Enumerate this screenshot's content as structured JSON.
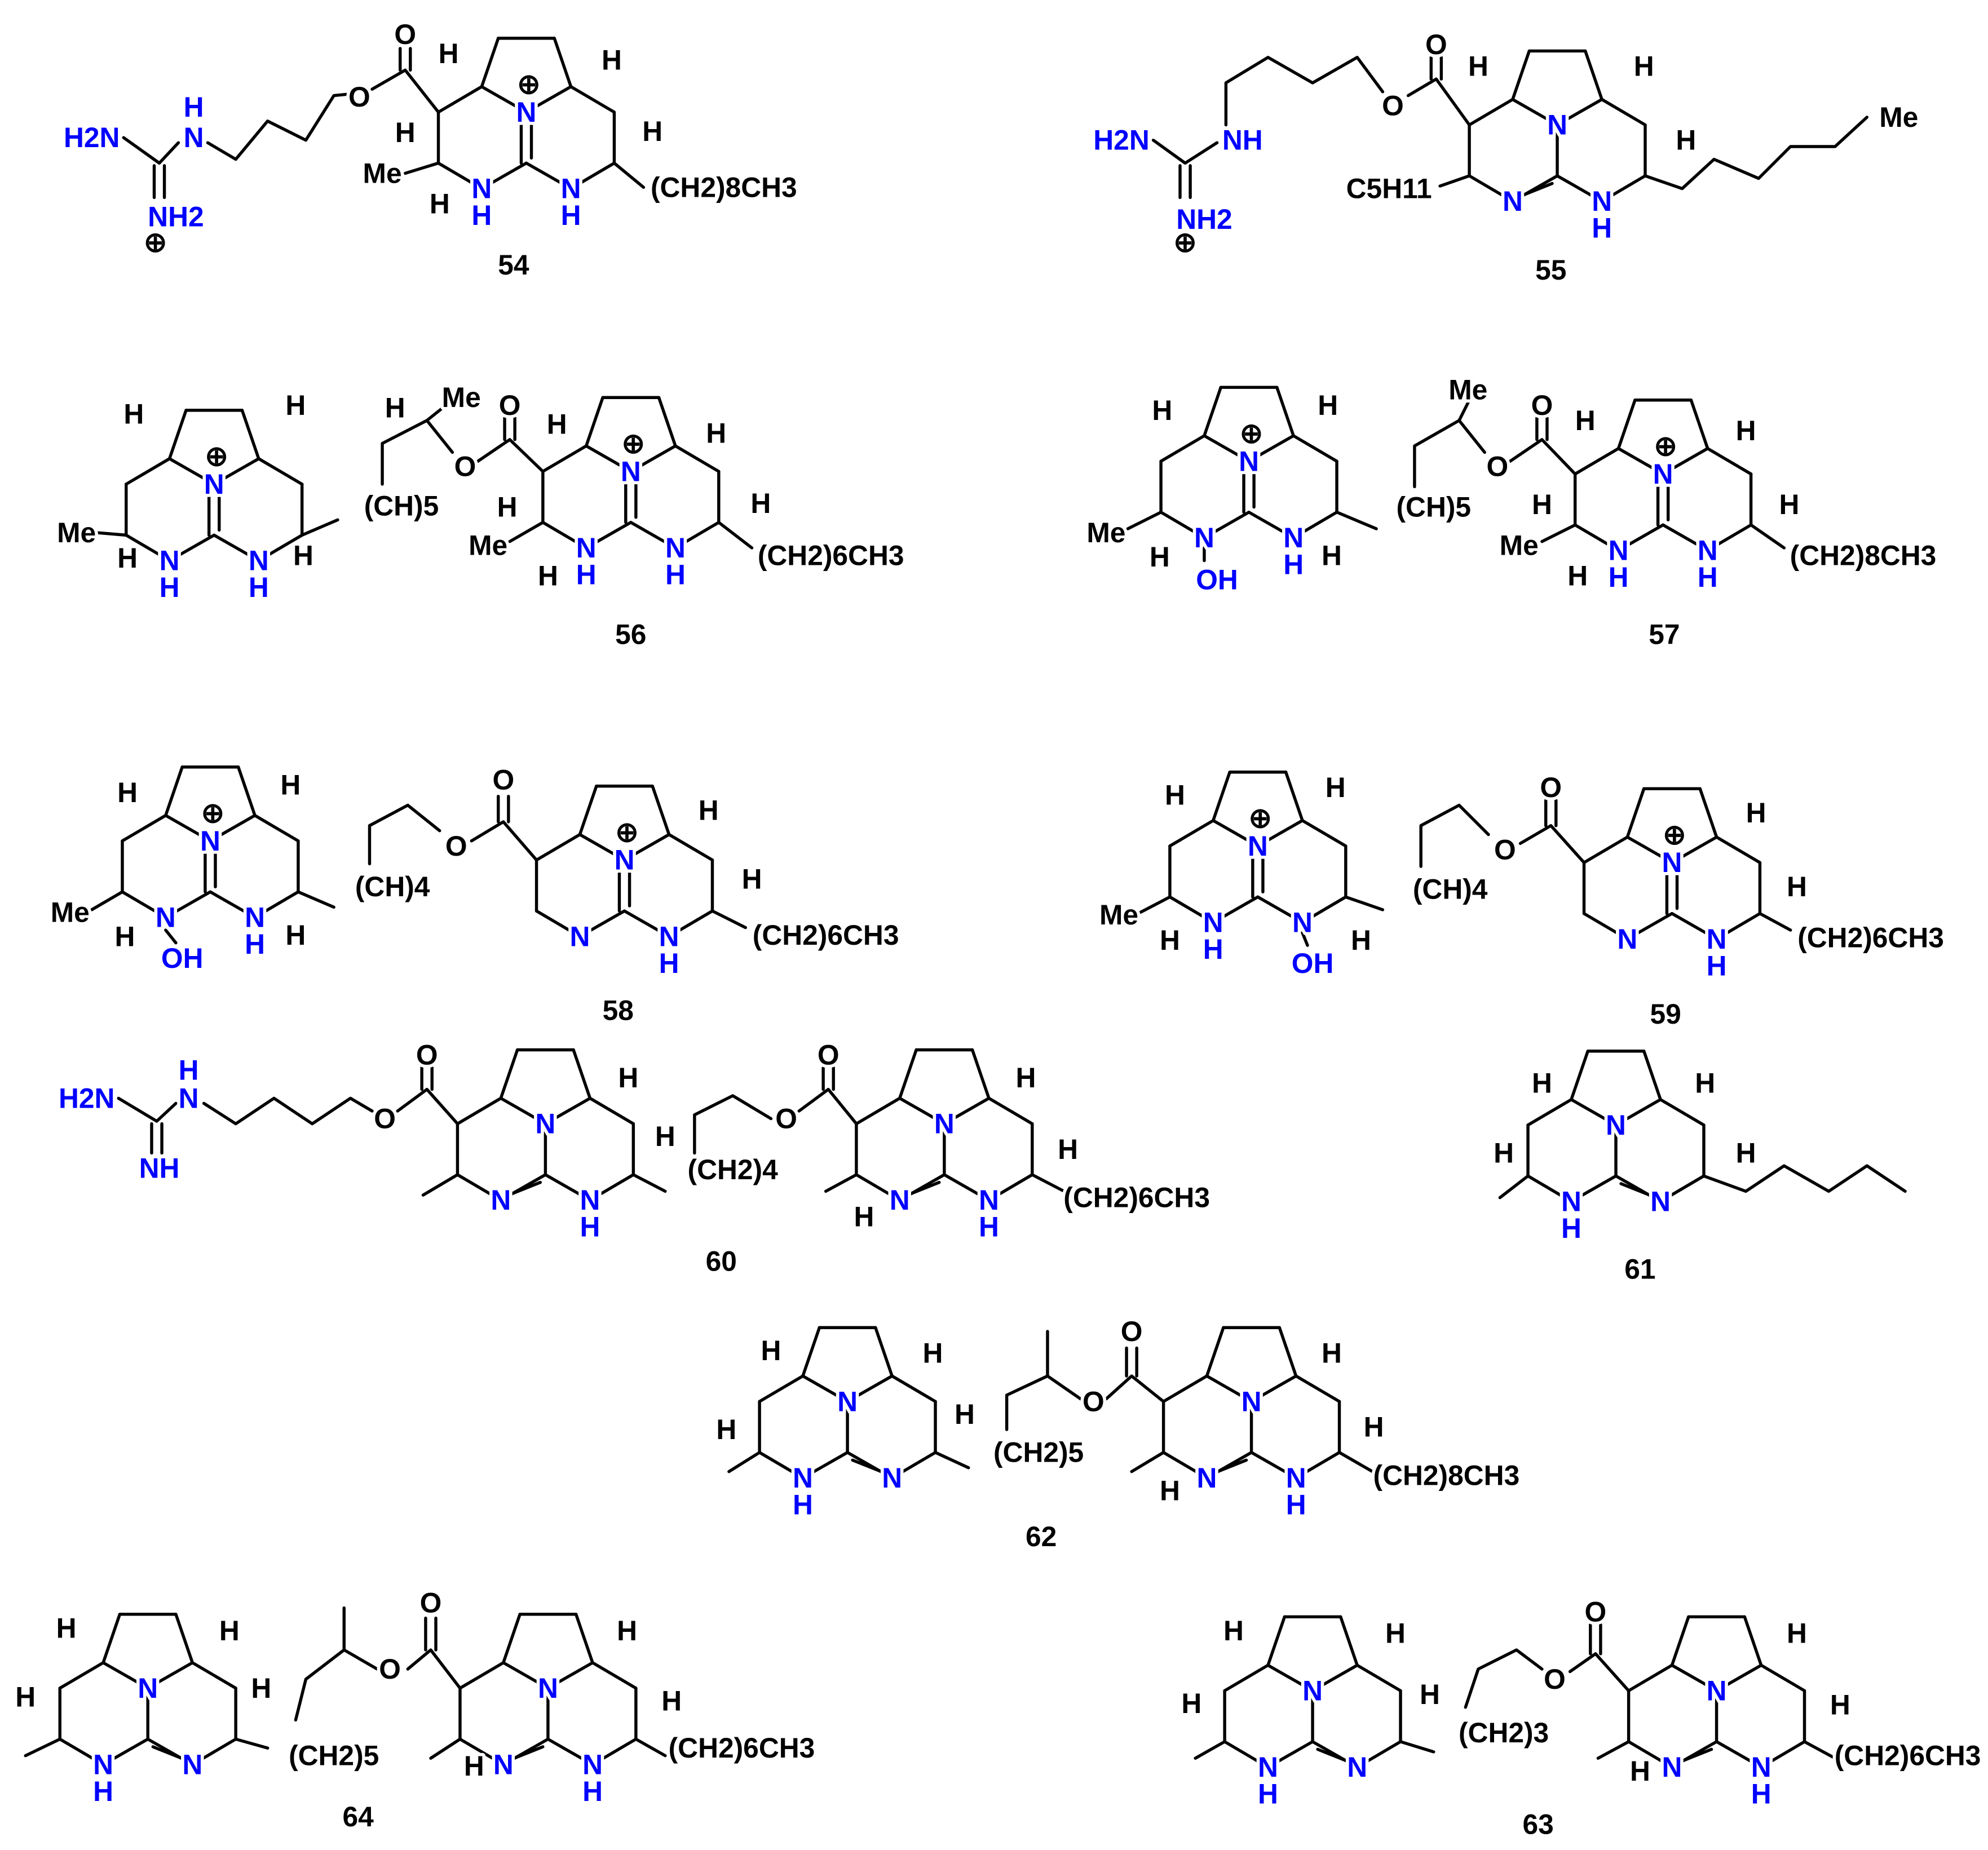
{
  "colors": {
    "heteroatom": "#0000FF",
    "carbon": "#000000",
    "background": "#FFFFFF"
  },
  "compounds": [
    {
      "id": "54",
      "cores": [
        {
          "top": "N",
          "charge": "⊕",
          "left": "NH",
          "right": "NH"
        }
      ],
      "labels": [
        "H2N",
        "H",
        "N",
        "NH2",
        "⊕",
        "O",
        "O",
        "H",
        "H",
        "Me",
        "H",
        "H",
        "H",
        "(CH2)8CH3"
      ]
    },
    {
      "id": "55",
      "cores": [
        {
          "top": "N",
          "charge": "",
          "left": "N",
          "right": "NH"
        }
      ],
      "labels": [
        "H2N",
        "NH",
        "NH2",
        "⊕",
        "O",
        "O",
        "H",
        "H",
        "C5H11",
        "H",
        "Me"
      ]
    },
    {
      "id": "56",
      "cores": [
        {
          "top": "N",
          "charge": "⊕",
          "left": "NH",
          "right": "NH"
        },
        {
          "top": "N",
          "charge": "⊕",
          "left": "NH",
          "right": "NH"
        }
      ],
      "labels": [
        "H",
        "H",
        "Me",
        "H",
        "H",
        "(CH)5",
        "H",
        "Me",
        "O",
        "O",
        "H",
        "H",
        "Me",
        "H",
        "H",
        "H",
        "(CH2)6CH3"
      ]
    },
    {
      "id": "57",
      "cores": [
        {
          "top": "N",
          "charge": "⊕",
          "left": "N",
          "right": "NH"
        },
        {
          "top": "N",
          "charge": "⊕",
          "left": "NH",
          "right": "NH"
        }
      ],
      "labels": [
        "H",
        "H",
        "Me",
        "H",
        "OH",
        "H",
        "(CH)5",
        "Me",
        "O",
        "O",
        "H",
        "H",
        "Me",
        "H",
        "H",
        "H",
        "(CH2)8CH3"
      ]
    },
    {
      "id": "58",
      "cores": [
        {
          "top": "N",
          "charge": "⊕",
          "left": "N",
          "right": "NH"
        },
        {
          "top": "N",
          "charge": "⊕",
          "left": "N",
          "right": "NH"
        }
      ],
      "labels": [
        "H",
        "H",
        "Me",
        "H",
        "OH",
        "H",
        "(CH)4",
        "O",
        "O",
        "H",
        "H",
        "(CH2)6CH3"
      ]
    },
    {
      "id": "59",
      "cores": [
        {
          "top": "N",
          "charge": "⊕",
          "left": "NH",
          "right": "N"
        },
        {
          "top": "N",
          "charge": "⊕",
          "left": "N",
          "right": "NH"
        }
      ],
      "labels": [
        "H",
        "H",
        "Me",
        "H",
        "H",
        "OH",
        "(CH)4",
        "O",
        "O",
        "H",
        "H",
        "(CH2)6CH3"
      ]
    },
    {
      "id": "60",
      "cores": [
        {
          "top": "N",
          "charge": "",
          "left": "N",
          "right": "NH"
        },
        {
          "top": "N",
          "charge": "",
          "left": "N",
          "right": "NH"
        }
      ],
      "labels": [
        "H2N",
        "H",
        "N",
        "NH",
        "O",
        "O",
        "H",
        "H",
        "(CH2)4",
        "O",
        "O",
        "H",
        "H",
        "H",
        "(CH2)6CH3"
      ]
    },
    {
      "id": "61",
      "cores": [
        {
          "top": "N",
          "charge": "",
          "left": "NH",
          "right": "N"
        }
      ],
      "labels": [
        "H",
        "H",
        "H",
        "H"
      ]
    },
    {
      "id": "62",
      "cores": [
        {
          "top": "N",
          "charge": "",
          "left": "NH",
          "right": "N"
        },
        {
          "top": "N",
          "charge": "",
          "left": "N",
          "right": "NH"
        }
      ],
      "labels": [
        "H",
        "H",
        "H",
        "H",
        "(CH2)5",
        "O",
        "O",
        "H",
        "H",
        "H",
        "(CH2)8CH3"
      ]
    },
    {
      "id": "64",
      "cores": [
        {
          "top": "N",
          "charge": "",
          "left": "NH",
          "right": "N"
        },
        {
          "top": "N",
          "charge": "",
          "left": "N",
          "right": "NH"
        }
      ],
      "labels": [
        "H",
        "H",
        "H",
        "H",
        "(CH2)5",
        "O",
        "O",
        "H",
        "H",
        "H",
        "(CH2)6CH3"
      ]
    },
    {
      "id": "63",
      "cores": [
        {
          "top": "N",
          "charge": "",
          "left": "NH",
          "right": "N"
        },
        {
          "top": "N",
          "charge": "",
          "left": "N",
          "right": "NH"
        }
      ],
      "labels": [
        "H",
        "H",
        "H",
        "H",
        "(CH2)3",
        "O",
        "O",
        "H",
        "H",
        "H",
        "(CH2)6CH3"
      ]
    }
  ]
}
